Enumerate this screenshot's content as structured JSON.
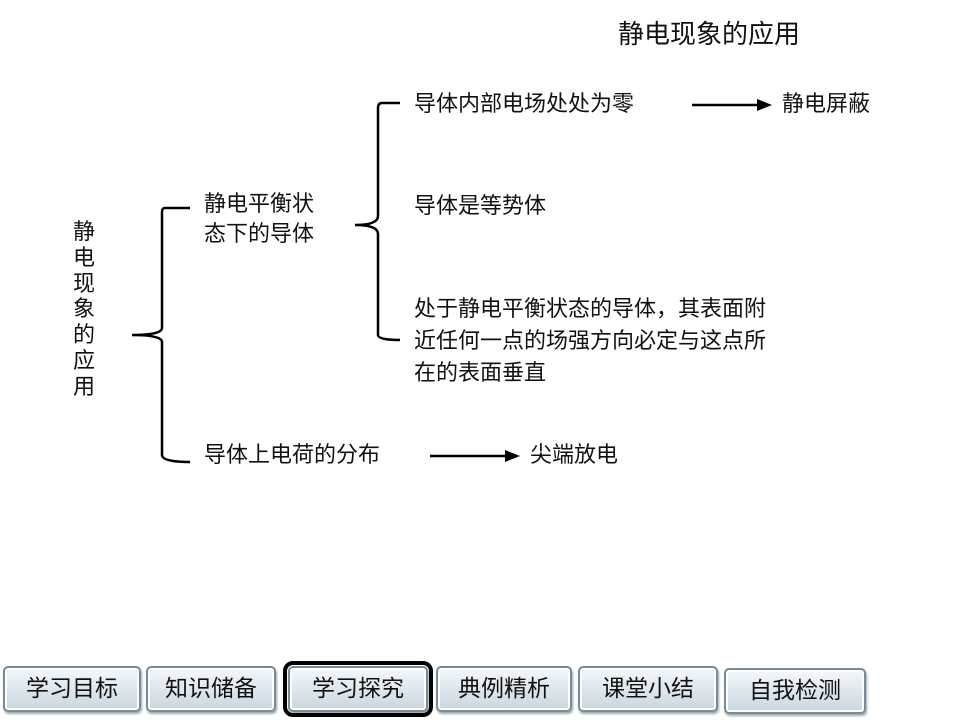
{
  "title": "静电现象的应用",
  "root_label": "静电现象的应用",
  "branch1": {
    "label_line1": "静电平衡状",
    "label_line2": "态下的导体",
    "item1": "导体内部电场处处为零",
    "item1_result": "静电屏蔽",
    "item2": "导体是等势体",
    "item3_line1": "处于静电平衡状态的导体，其表面附",
    "item3_line2": "近任何一点的场强方向必定与这点所",
    "item3_line3": "在的表面垂直"
  },
  "branch2": {
    "label": "导体上电荷的分布",
    "result": "尖端放电"
  },
  "nav": {
    "active_index": 2,
    "items": [
      {
        "label": "学习目标"
      },
      {
        "label": "知识储备"
      },
      {
        "label": "学习探究"
      },
      {
        "label": "典例精析"
      },
      {
        "label": "课堂小结"
      },
      {
        "label": "自我检测"
      }
    ]
  }
}
